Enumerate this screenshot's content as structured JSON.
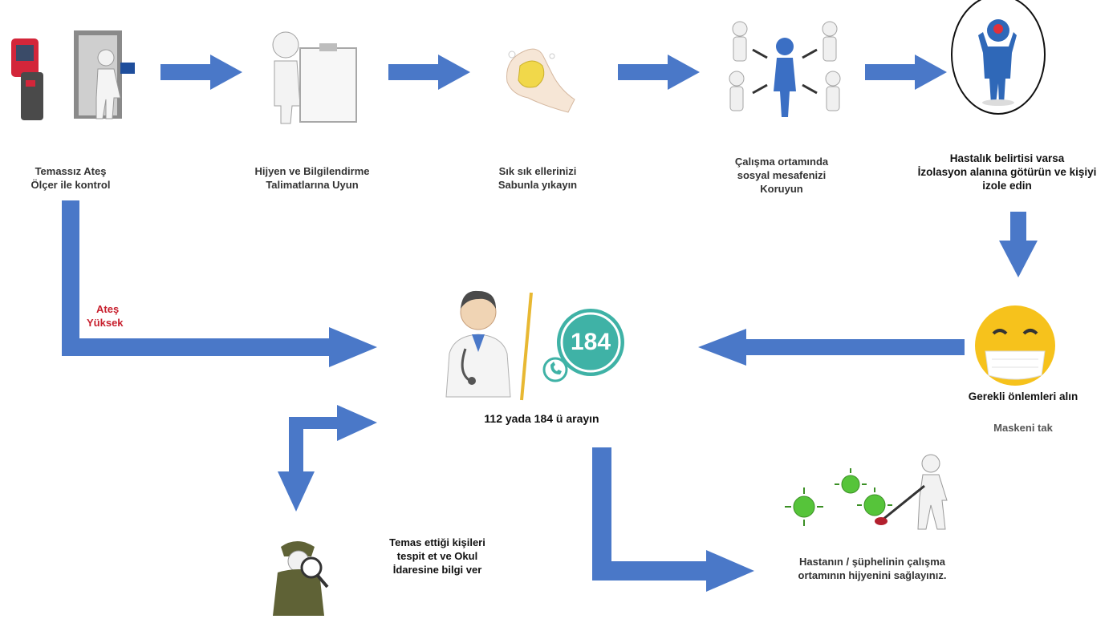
{
  "colors": {
    "arrow": "#4a78c8",
    "text": "#333333",
    "alert": "#c8202e",
    "phone_badge": "#3fb2a6",
    "mask_face": "#f6c21c",
    "virus": "#56c43a"
  },
  "steps": [
    {
      "id": "thermometer",
      "icon": "thermometer-icon",
      "lines": [
        "Temassız Ateş",
        "Ölçer ile kontrol"
      ]
    },
    {
      "id": "hygiene",
      "icon": "clipboard-figure-icon",
      "lines": [
        "Hijyen ve Bilgilendirme",
        "Talimatlarına Uyun"
      ]
    },
    {
      "id": "handwash",
      "icon": "soap-hands-icon",
      "lines": [
        "Sık sık ellerinizi",
        "Sabunla yıkayın"
      ]
    },
    {
      "id": "distance",
      "icon": "social-distance-icon",
      "lines": [
        "Çalışma ortamında",
        "sosyal mesafenizi",
        "Koruyun"
      ]
    },
    {
      "id": "isolation",
      "icon": "sick-person-icon",
      "lines": [
        "Hastalık belirtisi varsa",
        "İzolasyon alanına götürün ve kişiyi",
        "izole edin"
      ]
    }
  ],
  "fever_label": [
    "Ateş",
    "Yüksek"
  ],
  "center": {
    "icon": "doctor-phone-icon",
    "badge_number": "184",
    "label": "112 yada 184 ü arayın"
  },
  "mask": {
    "icon": "mask-face-icon",
    "label": "Gerekli önlemleri alın",
    "sublabel": "Maskeni tak"
  },
  "contact": {
    "icon": "detective-magnifier-icon",
    "lines": [
      "Temas ettiği kişileri",
      "tespit et ve Okul",
      "İdaresine bilgi ver"
    ]
  },
  "cleaning": {
    "icon": "virus-cleaning-icon",
    "lines": [
      "Hastanın / şüphelinin çalışma",
      "ortamının hijyenini sağlayınız."
    ]
  }
}
